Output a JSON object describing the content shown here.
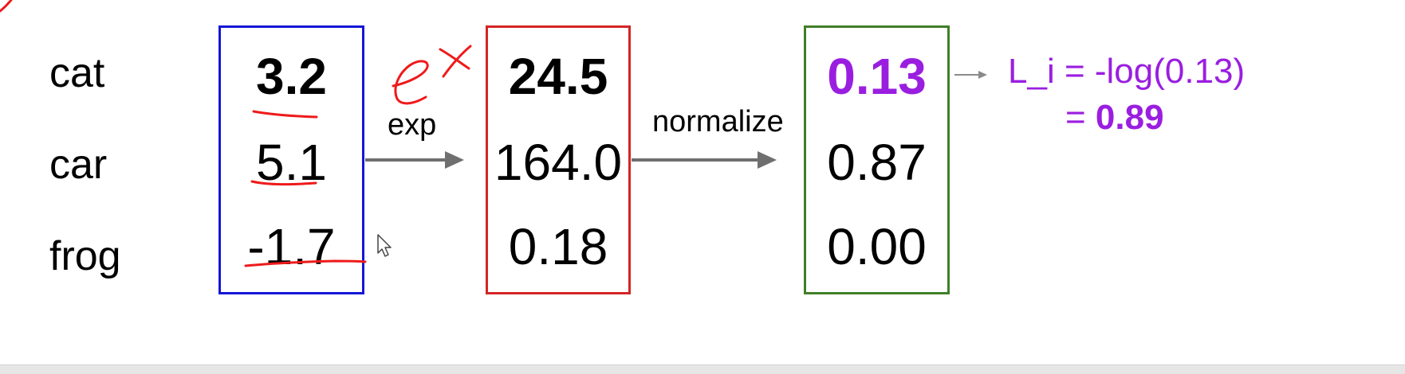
{
  "classes": [
    "cat",
    "car",
    "frog"
  ],
  "scores": [
    "3.2",
    "5.1",
    "-1.7"
  ],
  "exp_values": [
    "24.5",
    "164.0",
    "0.18"
  ],
  "probabilities": [
    "0.13",
    "0.87",
    "0.00"
  ],
  "arrows": {
    "first": "exp",
    "second": "normalize"
  },
  "loss": {
    "line1": "L_i = -log(0.13)",
    "line2_prefix": "= ",
    "line2_value": "0.89"
  },
  "colors": {
    "scores_box": "#1515d8",
    "exp_box": "#d42424",
    "prob_box": "#3f7f28",
    "highlight": "#9a1ee0",
    "annotation_red": "#ee1a1a",
    "arrow": "#6f6f6f"
  },
  "annotations": {
    "handwritten": "e^x"
  }
}
